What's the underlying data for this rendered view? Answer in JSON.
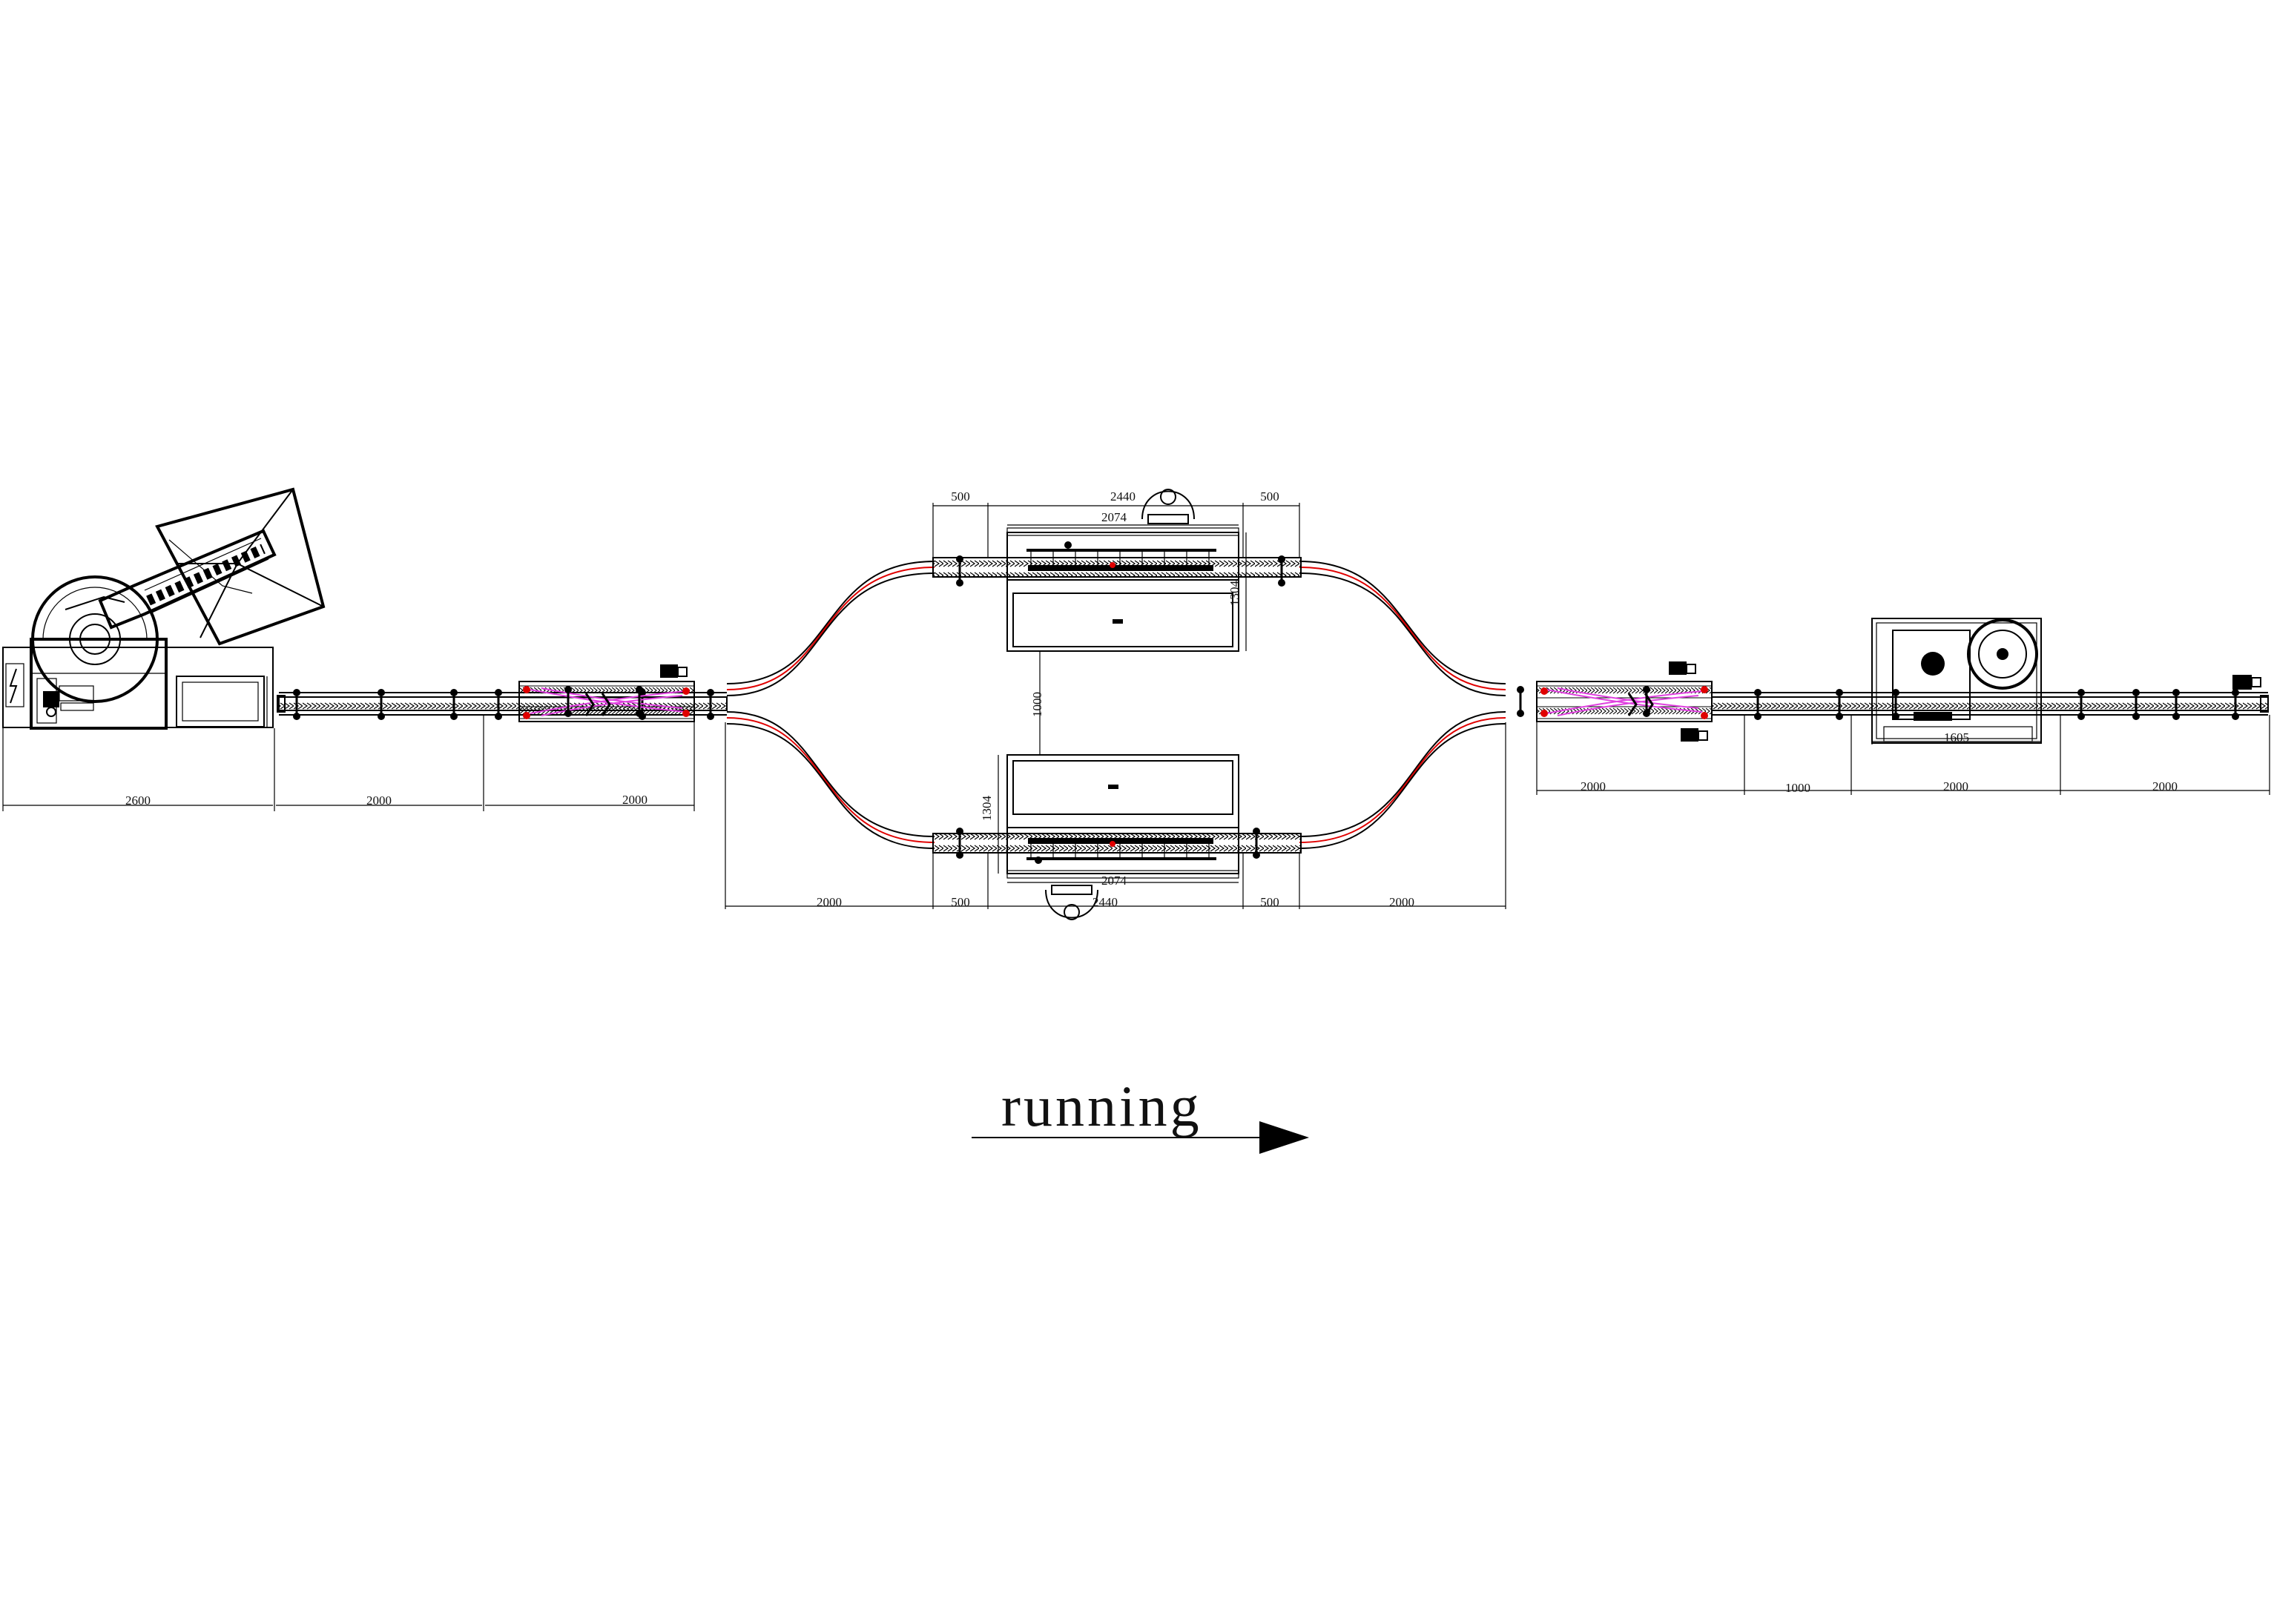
{
  "caption": "running",
  "colors": {
    "line": "#000000",
    "track_center": "#e00000",
    "conveyor_overlay": "#e040e0"
  },
  "icons": [
    "hopper-icon",
    "coil-wheel-icon",
    "electric-hazard-icon",
    "motor-icon",
    "flow-arrow-icon"
  ],
  "dimensions": {
    "left_2600": "2600",
    "left_2000_a": "2000",
    "left_2000_b": "2000",
    "top_500_left": "500",
    "top_2440": "2440",
    "top_2074": "2074",
    "top_500_right": "500",
    "top_1304": "1304",
    "mid_1000": "1000",
    "bot_1304": "1304",
    "bot_2074": "2074",
    "bot_2000_left": "2000",
    "bot_500_left": "500",
    "bot_2440": "2440",
    "bot_500_right": "500",
    "bot_2000_right": "2000",
    "right_2000_a": "2000",
    "right_1000": "1000",
    "right_1605": "1605",
    "right_2000_b": "2000",
    "right_2000_c": "2000"
  }
}
